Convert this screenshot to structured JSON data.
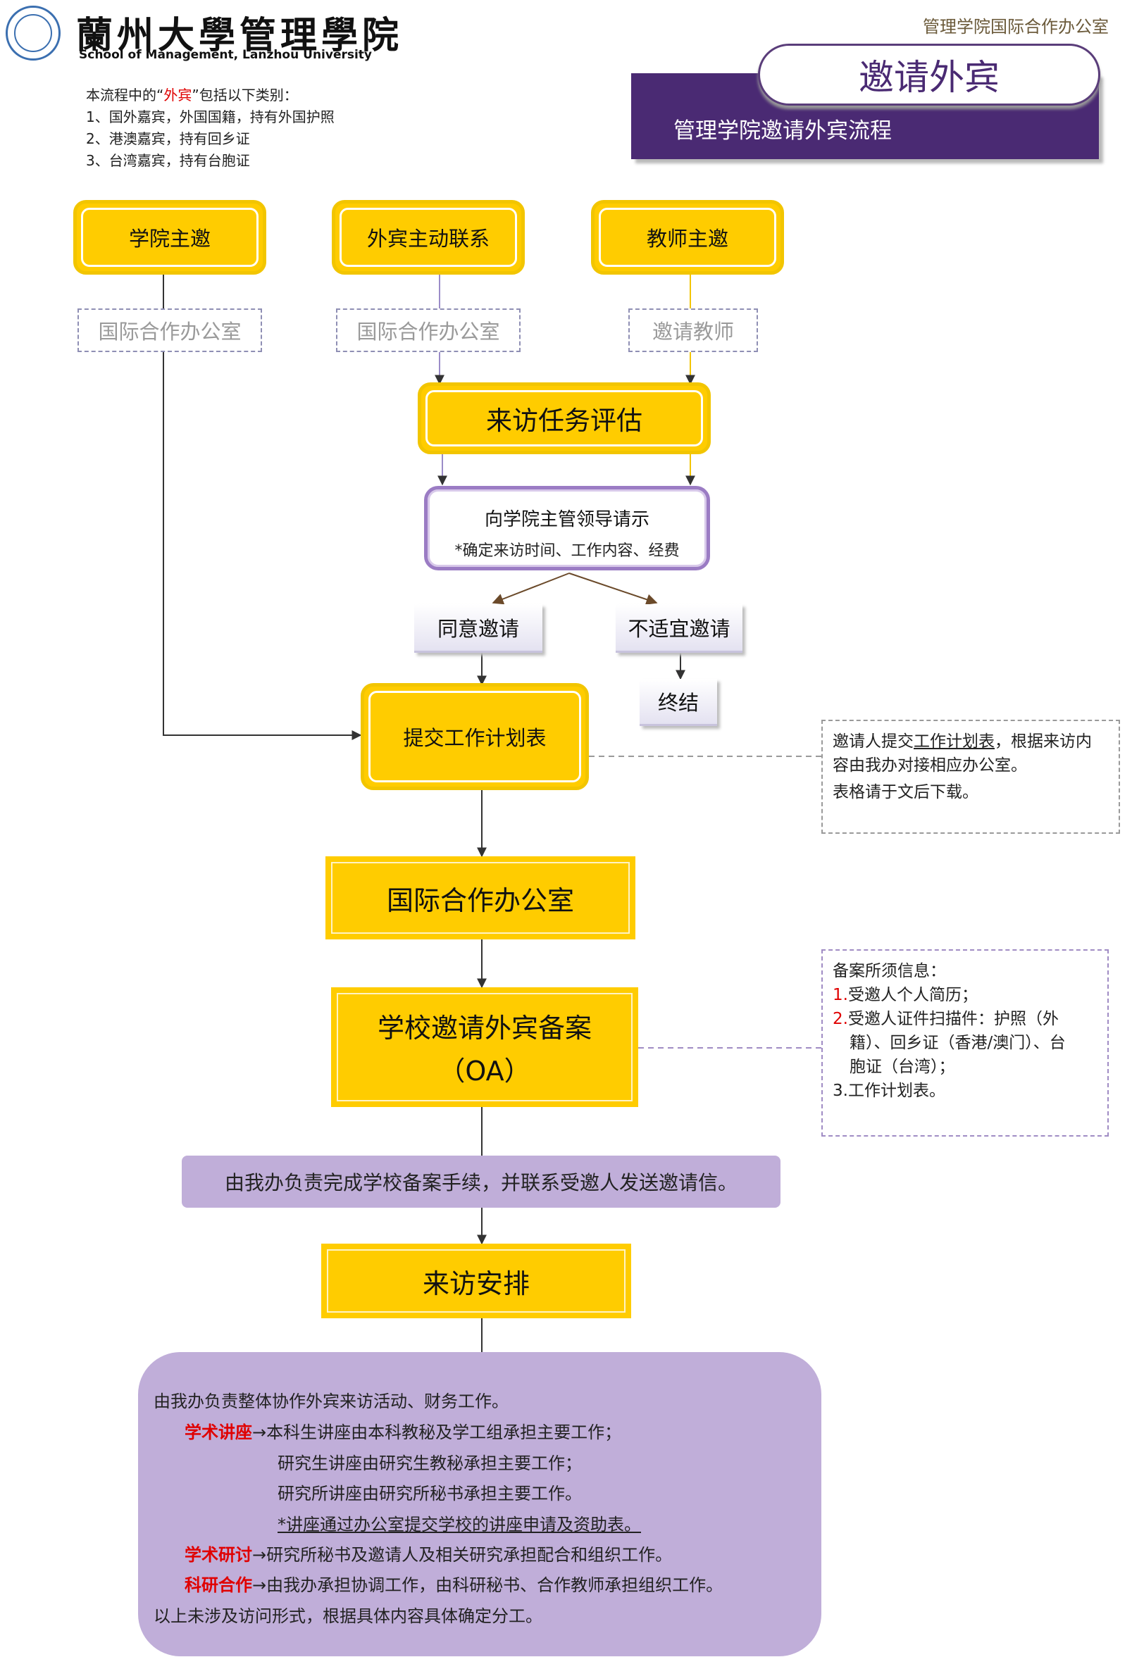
{
  "header": {
    "logo_cn": "蘭州大學管理學院",
    "logo_en": "School of Management, Lanzhou University",
    "office": "管理学院国际合作办公室",
    "title": "邀请外宾",
    "subtitle": "管理学院邀请外宾流程"
  },
  "note": {
    "prefix": "本流程中的“",
    "keyword": "外宾",
    "suffix": "”包括以下类别：",
    "items": [
      "1、国外嘉宾，外国国籍，持有外国护照",
      "2、港澳嘉宾，持有回乡证",
      "3、台湾嘉宾，持有台胞证"
    ]
  },
  "flow": {
    "start1": "学院主邀",
    "start2": "外宾主动联系",
    "start3": "教师主邀",
    "contact1": "国际合作办公室",
    "contact2": "国际合作办公室",
    "contact3": "邀请教师",
    "evaluate": "来访任务评估",
    "leader_title": "向学院主管领导请示",
    "leader_note": "*确定来访时间、工作内容、经费",
    "agree": "同意邀请",
    "disagree": "不适宜邀请",
    "end": "终结",
    "submit": "提交工作计划表",
    "office": "国际合作办公室",
    "filing_line1": "学校邀请外宾备案",
    "filing_line2": "（OA）",
    "band": "由我办负责完成学校备案手续，并联系受邀人发送邀请信。",
    "arrange": "来访安排"
  },
  "side1": {
    "l1a": "邀请人提交",
    "l1u": "工作计划表",
    "l1b": "，根据来访内",
    "l2": "容由我办对接相应办公室。",
    "l3": "表格请于文后下载。"
  },
  "side2": {
    "title": "备案所须信息：",
    "n1": "1.",
    "i1": "受邀人个人简历；",
    "n2": "2.",
    "i2a": "受邀人证件扫描件：护照（外",
    "i2b": "籍）、回乡证（香港/澳门）、台",
    "i2c": "胞证（台湾）；",
    "n3": "3.",
    "i3": "工作计划表。"
  },
  "panel": {
    "intro": "由我办负责整体协作外宾来访活动、财务工作。",
    "k1": "学术讲座",
    "k1_line1": "→本科生讲座由本科教秘及学工组承担主要工作；",
    "k1_line2": "研究生讲座由研究生教秘承担主要工作；",
    "k1_line3": "研究所讲座由研究所秘书承担主要工作。",
    "k1_line4": "*讲座通过办公室提交学校的讲座申请及资助表。",
    "k2": "学术研讨",
    "k2_line": "→研究所秘书及邀请人及相关研究承担配合和组织工作。",
    "k3": "科研合作",
    "k3_line": "→由我办承担协调工作，由科研秘书、合作教师承担组织工作。",
    "outro": "以上未涉及访问形式，根据具体内容具体确定分工。"
  },
  "colors": {
    "accent_purple": "#4a2a73",
    "box_yellow": "#ffcc00",
    "panel_lilac": "#c0aed9",
    "highlight_red": "#e00000"
  }
}
